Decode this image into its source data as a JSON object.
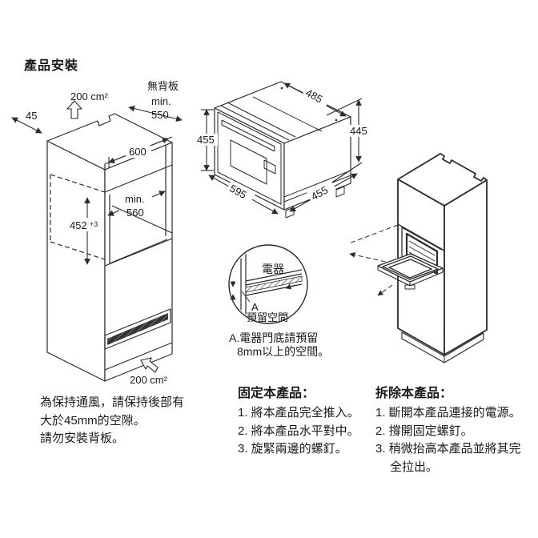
{
  "page": {
    "title": "產品安裝"
  },
  "left_diagram": {
    "labels": {
      "top_vent": "200 cm²",
      "rear_gap": "45",
      "no_back_panel": "無背板",
      "min_label": "min.",
      "min_value": "550",
      "width": "600",
      "depth_min_label": "min.",
      "depth_min_value": "560",
      "niche_height": "452",
      "niche_height_tol": "+3",
      "bottom_vent": "200 cm²"
    }
  },
  "oven_diagram": {
    "height_left": "455",
    "depth_top": "485",
    "height_right": "445",
    "width_bottom": "595",
    "depth_bottom": "455"
  },
  "detail": {
    "appliance": "電器",
    "marker": "A",
    "reserved": "預留空間",
    "caption_line1": "A.電器門底請預留",
    "caption_line2": "8mm以上的空間。"
  },
  "ventilation_note": {
    "line1": "為保持通風，請保持後部有",
    "line2": "大於45mm的空隙。",
    "line3": "請勿安裝背板。"
  },
  "fix_section": {
    "heading": "固定本產品：",
    "steps": [
      "1. 將本產品完全推入。",
      "2. 將本產品水平對中。",
      "3. 旋緊兩邊的螺釘。"
    ]
  },
  "remove_section": {
    "heading": "拆除本產品：",
    "steps": [
      "1. 斷開本產品連接的電源。",
      "2. 撐開固定螺釘。",
      "3. 稍微抬高本產品並將其完全拉出。"
    ]
  }
}
